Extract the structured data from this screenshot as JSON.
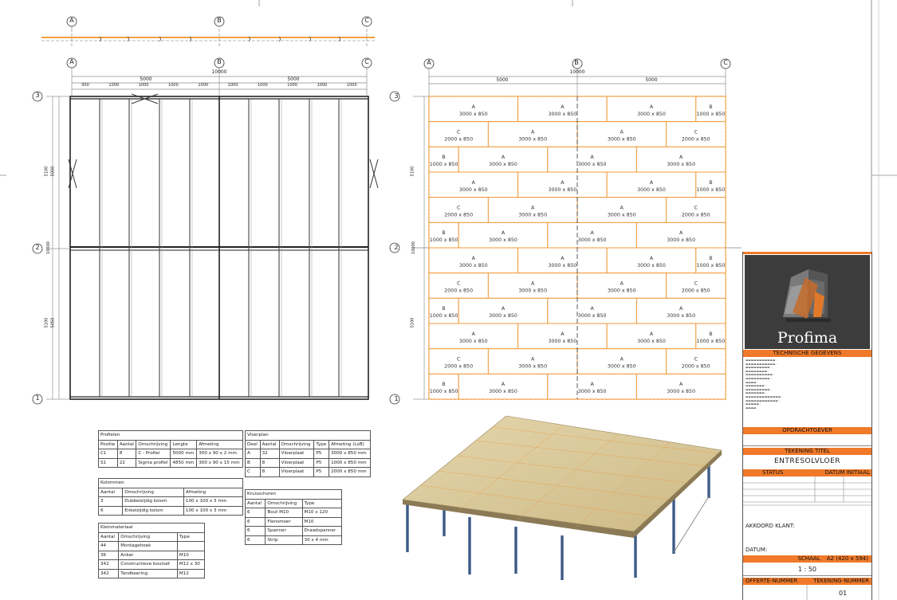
{
  "grid": {
    "letters": [
      "A",
      "B",
      "C"
    ],
    "numbers": [
      "3",
      "2",
      "1"
    ],
    "total_dim": "10000",
    "half_dims": [
      "5000",
      "5000"
    ],
    "sub_dims": [
      "950",
      "1000",
      "1000",
      "1000",
      "1000",
      "1000",
      "1000",
      "1000",
      "1000",
      "1000"
    ],
    "side_dims_left": [
      "5100",
      "5050",
      "10000",
      "5100",
      "5050"
    ],
    "side_dims_right": [
      "5100",
      "10000",
      "5100"
    ]
  },
  "floor_panels": {
    "A": {
      "label": "A",
      "size": "3000 x 850"
    },
    "B": {
      "label": "B",
      "size": "1000 x 850"
    },
    "C": {
      "label": "C",
      "size": "2000 x 850"
    }
  },
  "tables": {
    "profielen": {
      "title": "Profielen",
      "headers": [
        "Positie",
        "Aantal",
        "Omschrijving",
        "Lengte",
        "Afmeting"
      ],
      "rows": [
        [
          "C1",
          "8",
          "C - Profiel",
          "5000 mm",
          "300 x 90 x 2 mm"
        ],
        [
          "S1",
          "22",
          "Sigma profiel",
          "4850 mm",
          "300 x 90 x 15 mm"
        ]
      ]
    },
    "vloerplan": {
      "title": "Vloerplan",
      "headers": [
        "Deel",
        "Aantal",
        "Omschrijving",
        "Type",
        "Afmeting (LxB)"
      ],
      "rows": [
        [
          "A",
          "32",
          "Vloerplaat",
          "P5",
          "3000 x 850 mm"
        ],
        [
          "B",
          "8",
          "Vloerplaat",
          "P5",
          "1000 x 850 mm"
        ],
        [
          "C",
          "8",
          "Vloerplaat",
          "P5",
          "2000 x 850 mm"
        ]
      ]
    },
    "kolommen": {
      "title": "Kolommen",
      "headers": [
        "Aantal",
        "Omschrijving",
        "Afmeting"
      ],
      "rows": [
        [
          "3",
          "Dubbelzijdig kolom",
          "100 x 100 x 3 mm"
        ],
        [
          "6",
          "Enkelzijdig kolom",
          "100 x 100 x 3 mm"
        ]
      ]
    },
    "kruisschoren": {
      "title": "Kruisschoren",
      "headers": [
        "Aantal",
        "Omschrijving",
        "Type"
      ],
      "rows": [
        [
          "6",
          "Bout M10",
          "M10 x 120"
        ],
        [
          "6",
          "Flensmoer",
          "M10"
        ],
        [
          "6",
          "Spanner",
          "Draadspanner"
        ],
        [
          "6",
          "Strip",
          "30 x 4 mm"
        ]
      ]
    },
    "kleinmateriaal": {
      "title": "Kleinmateriaal",
      "headers": [
        "Aantal",
        "Omschrijving",
        "Type"
      ],
      "rows": [
        [
          "44",
          "Montagehoek",
          ""
        ],
        [
          "36",
          "Anker",
          "M10"
        ],
        [
          "342",
          "Constructieve boutset",
          "M12 x 30"
        ],
        [
          "342",
          "Tandkeering",
          "M12"
        ]
      ]
    }
  },
  "title_block": {
    "brand": "Profima",
    "tech_header": "TECHNISCHE GEGEVENS",
    "opdrachtgever": "OPDRACHTGEVER",
    "tekening_titel_label": "TEKENING TITEL",
    "tekening_titel": "ENTRESOLVLOER",
    "status": "STATUS",
    "datum_col": "DATUM",
    "initiaal": "INITIAAL",
    "akkoord": "AKKOORD KLANT:",
    "datum": "DATUM:",
    "schaal_label": "SCHAAL",
    "paper": "A2 (420 x 594)",
    "scale": "1 : 50",
    "offerte": "OFFERTE-NUMMER",
    "tekening_nummer": "TEKENING-NUMMER",
    "number": "01"
  },
  "colors": {
    "accent": "#f07a2a",
    "panel_line": "#f09a3a",
    "column": "#3d5a86",
    "deck": "#d9c79a"
  }
}
